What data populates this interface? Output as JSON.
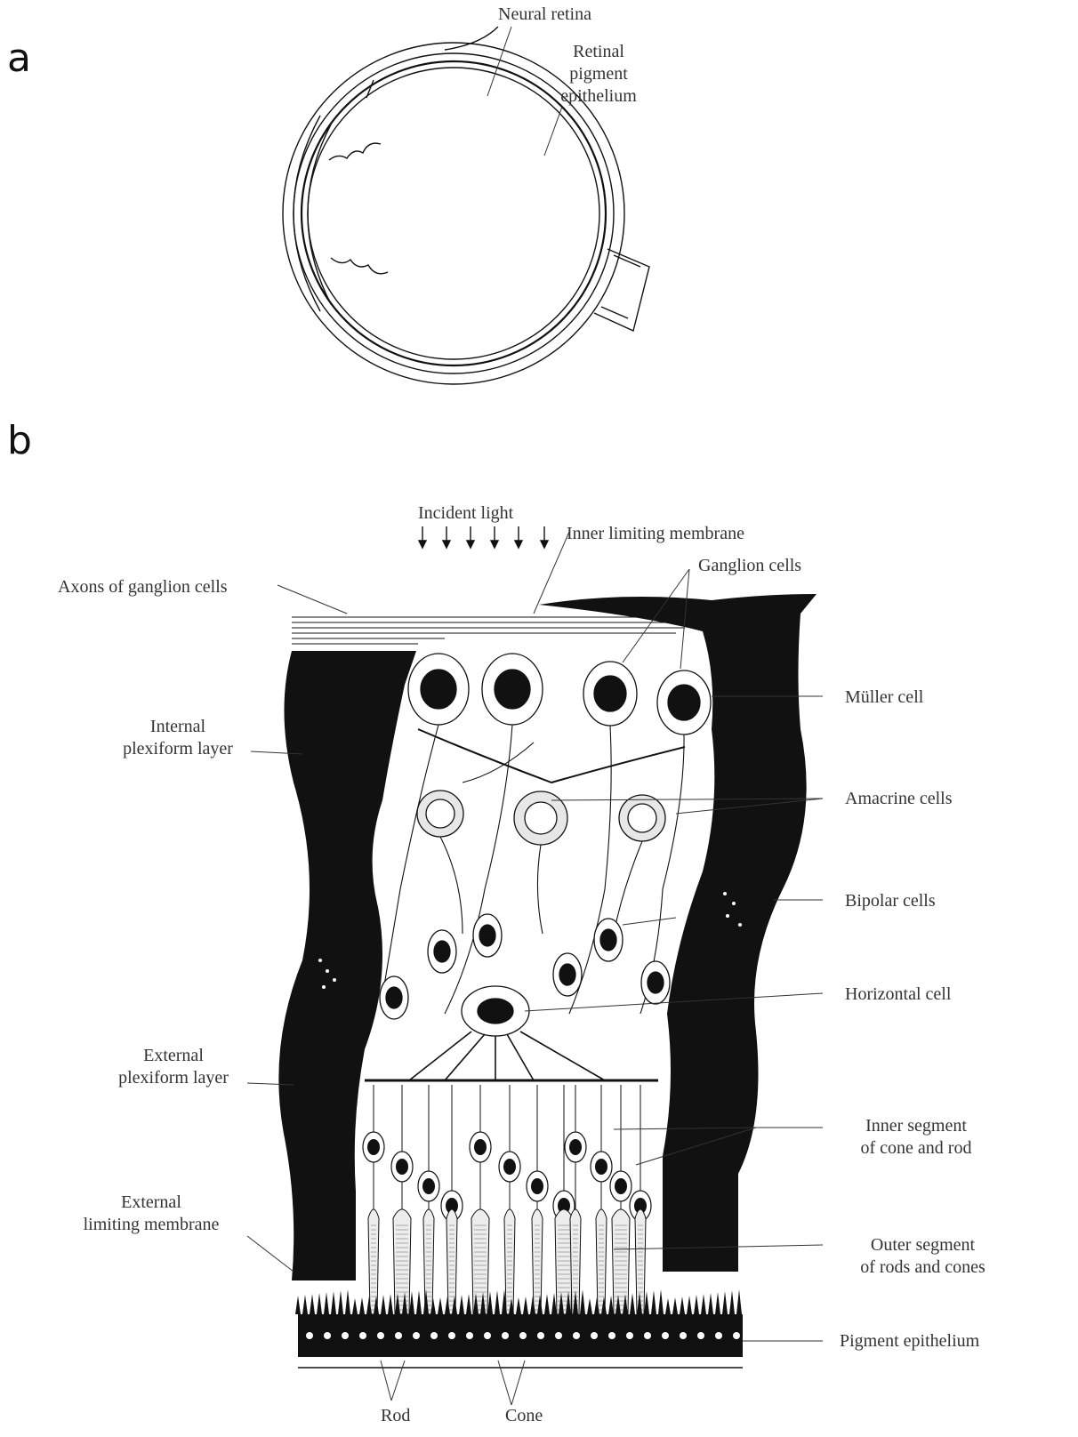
{
  "panel_a": {
    "letter": "a",
    "labels": {
      "neural_retina": "Neural retina",
      "rpe_line1": "Retinal",
      "rpe_line2": "pigment",
      "rpe_line3": "epithelium"
    }
  },
  "panel_b": {
    "letter": "b",
    "labels": {
      "incident_light": "Incident light",
      "inner_limiting_membrane": "Inner limiting membrane",
      "ganglion_cells": "Ganglion cells",
      "axons_of_ganglion_cells": "Axons of ganglion cells",
      "muller_cell": "Müller cell",
      "internal_plexiform_1": "Internal",
      "internal_plexiform_2": "plexiform layer",
      "amacrine_cells": "Amacrine cells",
      "bipolar_cells": "Bipolar cells",
      "horizontal_cell": "Horizontal cell",
      "external_plexiform_1": "External",
      "external_plexiform_2": "plexiform layer",
      "inner_segment_1": "Inner segment",
      "inner_segment_2": "of cone and rod",
      "external_limiting_1": "External",
      "external_limiting_2": "limiting membrane",
      "outer_segment_1": "Outer segment",
      "outer_segment_2": "of rods and cones",
      "pigment_epithelium": "Pigment epithelium",
      "rod": "Rod",
      "cone": "Cone"
    }
  },
  "colors": {
    "ink": "#111111",
    "label": "#333333",
    "paper": "#ffffff"
  }
}
